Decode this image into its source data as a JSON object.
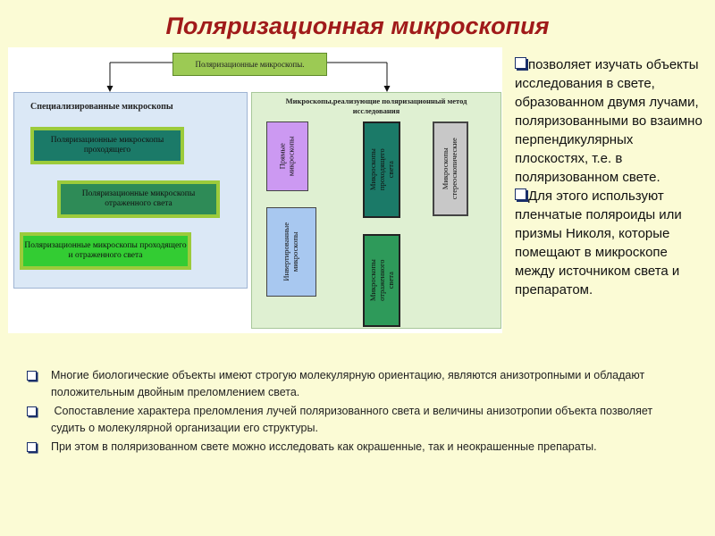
{
  "title": "Поляризационная микроскопия",
  "diagram": {
    "top": "Поляризационные микроскопы.",
    "left_group": {
      "header": "Специализированные микроскопы",
      "items": [
        "Поляризационные микроскопы проходящего",
        "Поляризационные микроскопы отраженного света",
        "Поляризационные микроскопы проходящего и отраженного света"
      ]
    },
    "right_group": {
      "header_line1": "Микроскопы,реализующие поляризационный метод",
      "header_line2": "исследования",
      "direct": "Прямые микроскопы",
      "inverted": "Инвертированные микроскопы",
      "transmitted": "Микроскопы проходящего света",
      "reflected": "Микроскопы отраженного света",
      "stereo": "Микроскопы стереоскопические"
    },
    "colors": {
      "green_frame": "#9ccb3b",
      "teal": "#1b7a68",
      "light_green": "#33cc33",
      "purple": "#cc99f2",
      "blue": "#a8c8f0",
      "gray": "#c8c8c8"
    }
  },
  "right_text": [
    "позволяет изучать объекты исследования в свете, образованном двумя лучами, поляризованными во взаимно перпендикулярных плоскостях, т.е. в поляризованном свете.",
    "Для этого используют пленчатые поляроиды или призмы Николя, которые помещают в микроскопе между источником света и препаратом."
  ],
  "bottom_bullets": [
    "Многие биологические объекты имеют строгую молекулярную ориентацию, являются анизотропными и обладают положительным двойным преломлением света.",
    " Сопоставление характера преломления лучей поляризованного света и величины анизотропии объекта позволяет судить о молекулярной организации его структуры.",
    "При этом в поляризованном свете можно исследовать как окрашенные, так и неокрашенные препараты."
  ]
}
